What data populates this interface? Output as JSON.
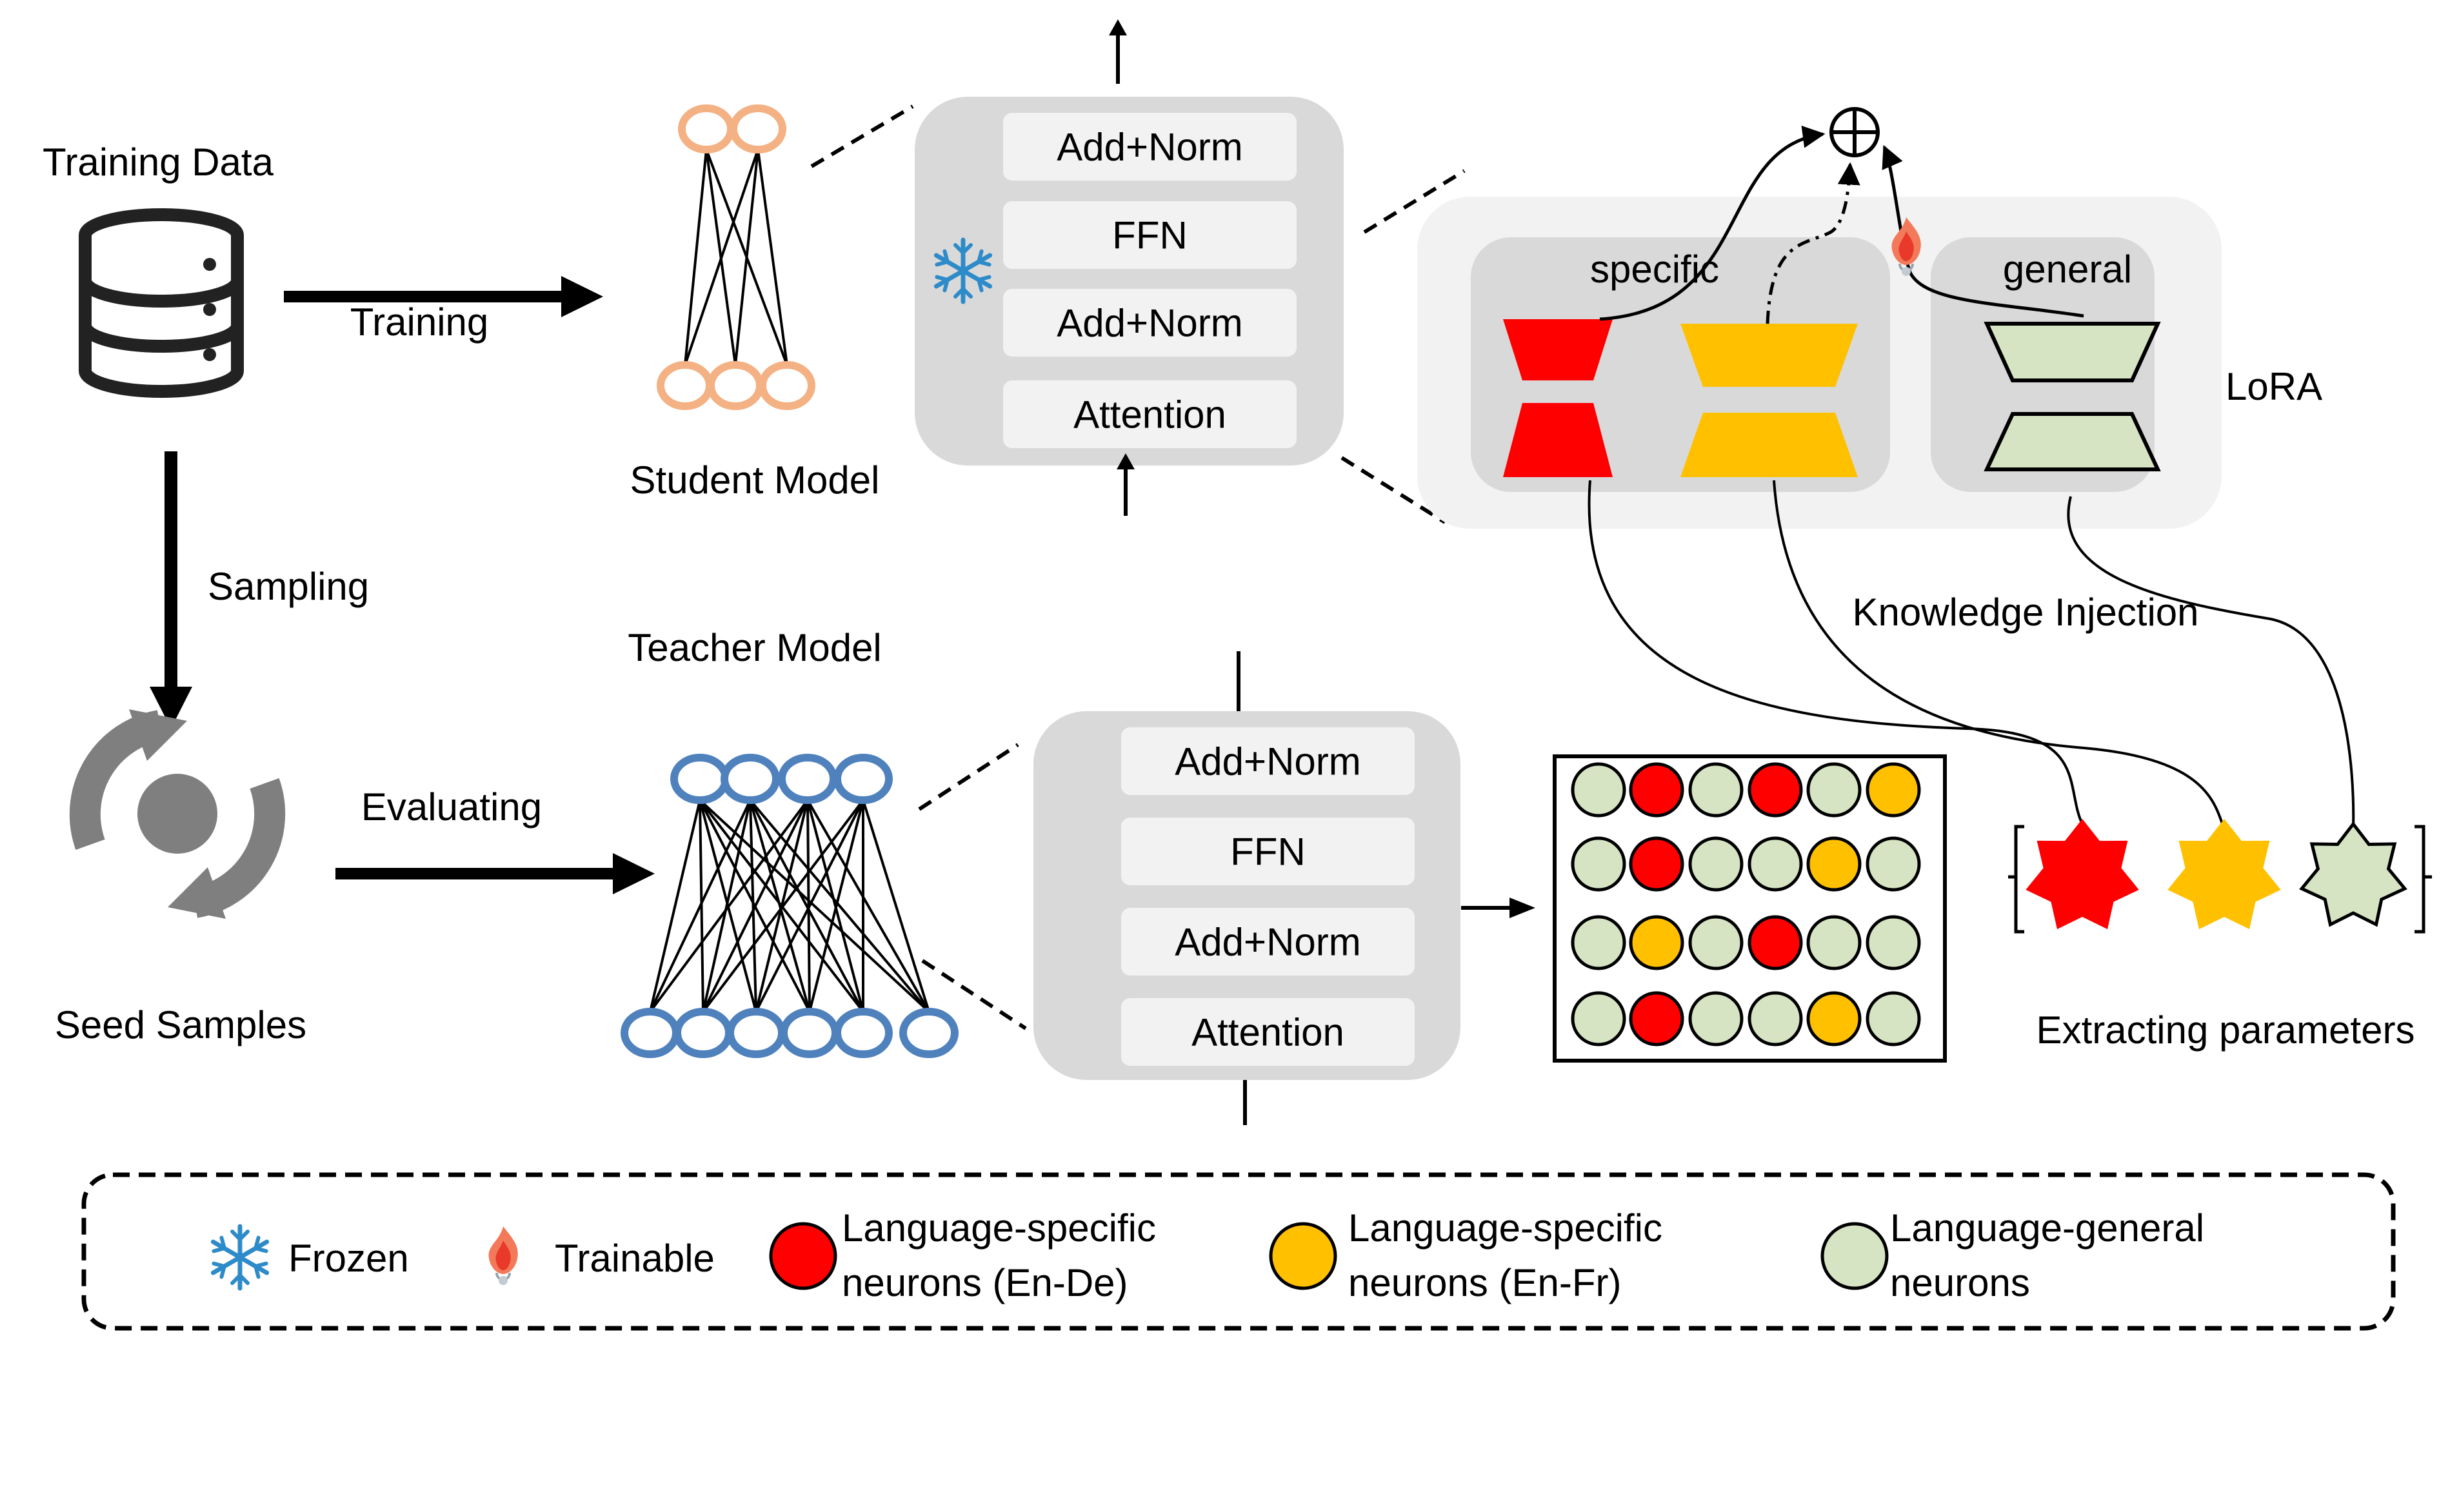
{
  "labels": {
    "training_data": "Training Data",
    "training": "Training",
    "sampling": "Sampling",
    "evaluating": "Evaluating",
    "seed_samples": "Seed Samples",
    "student_model": "Student Model",
    "teacher_model": "Teacher Model",
    "specific": "specific",
    "general": "general",
    "lora": "LoRA",
    "knowledge_injection": "Knowledge Injection",
    "extracting_parameters": "Extracting parameters",
    "plus_symbol": "⊕"
  },
  "student_block": [
    "Add+Norm",
    "FFN",
    "Add+Norm",
    "Attention"
  ],
  "teacher_block": [
    "Add+Norm",
    "FFN",
    "Add+Norm",
    "Attention"
  ],
  "neuron_grid": [
    [
      "general",
      "ende",
      "general",
      "ende",
      "general",
      "enfr"
    ],
    [
      "general",
      "ende",
      "general",
      "general",
      "enfr",
      "general"
    ],
    [
      "general",
      "enfr",
      "general",
      "ende",
      "general",
      "general"
    ],
    [
      "general",
      "ende",
      "general",
      "general",
      "enfr",
      "general"
    ]
  ],
  "legend": {
    "frozen": "Frozen",
    "trainable": "Trainable",
    "ende_line1": "Language-specific",
    "ende_line2": "neurons (En-De)",
    "enfr_line1": "Language-specific",
    "enfr_line2": "neurons (En-Fr)",
    "general_line1": "Language-general",
    "general_line2": "neurons"
  },
  "colors": {
    "ende": "#ff0000",
    "enfr": "#ffc000",
    "general": "#d6e4c4",
    "student_neuron": "#f4b183",
    "teacher_neuron": "#4f81bd",
    "snowflake": "#2e8bc9",
    "block_bg": "#d9d9d9",
    "layer_bg": "#f2f2f2"
  }
}
